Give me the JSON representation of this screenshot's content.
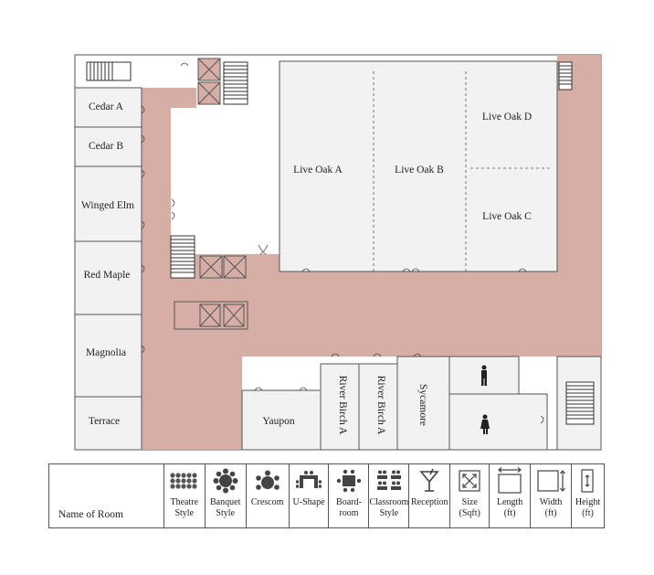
{
  "colors": {
    "corridor": "#d6aea5",
    "room_fill": "#f2f2f2",
    "wall": "#555555"
  },
  "rooms": {
    "cedar_a": "Cedar A",
    "cedar_b": "Cedar B",
    "winged_elm": "Winged Elm",
    "red_maple": "Red Maple",
    "magnolia": "Magnolia",
    "terrace": "Terrace",
    "live_oak_a": "Live Oak A",
    "live_oak_b": "Live Oak B",
    "live_oak_c": "Live Oak C",
    "live_oak_d": "Live Oak D",
    "yaupon": "Yaupon",
    "river_birch_a_1": "River Birch A",
    "river_birch_a_2": "River Birch A",
    "sycamore": "Sycamore"
  },
  "legend": {
    "name_of_room": "Name of Room",
    "columns": [
      {
        "label": "Theatre\nStyle",
        "icon": "theatre-style-icon"
      },
      {
        "label": "Banquet\nStyle",
        "icon": "banquet-style-icon"
      },
      {
        "label": "Crescom",
        "icon": "crescent-style-icon"
      },
      {
        "label": "U-Shape",
        "icon": "u-shape-icon"
      },
      {
        "label": "Board-\nroom",
        "icon": "boardroom-icon"
      },
      {
        "label": "Classroom\nStyle",
        "icon": "classroom-style-icon"
      },
      {
        "label": "Reception",
        "icon": "cocktail-glass-icon"
      },
      {
        "label": "Size\n(Sqft)",
        "icon": "size-arrows-icon"
      },
      {
        "label": "Length\n(ft)",
        "icon": "length-arrow-icon"
      },
      {
        "label": "Width\n(ft)",
        "icon": "width-arrow-icon"
      },
      {
        "label": "Height\n(ft)",
        "icon": "height-arrow-icon"
      }
    ]
  }
}
